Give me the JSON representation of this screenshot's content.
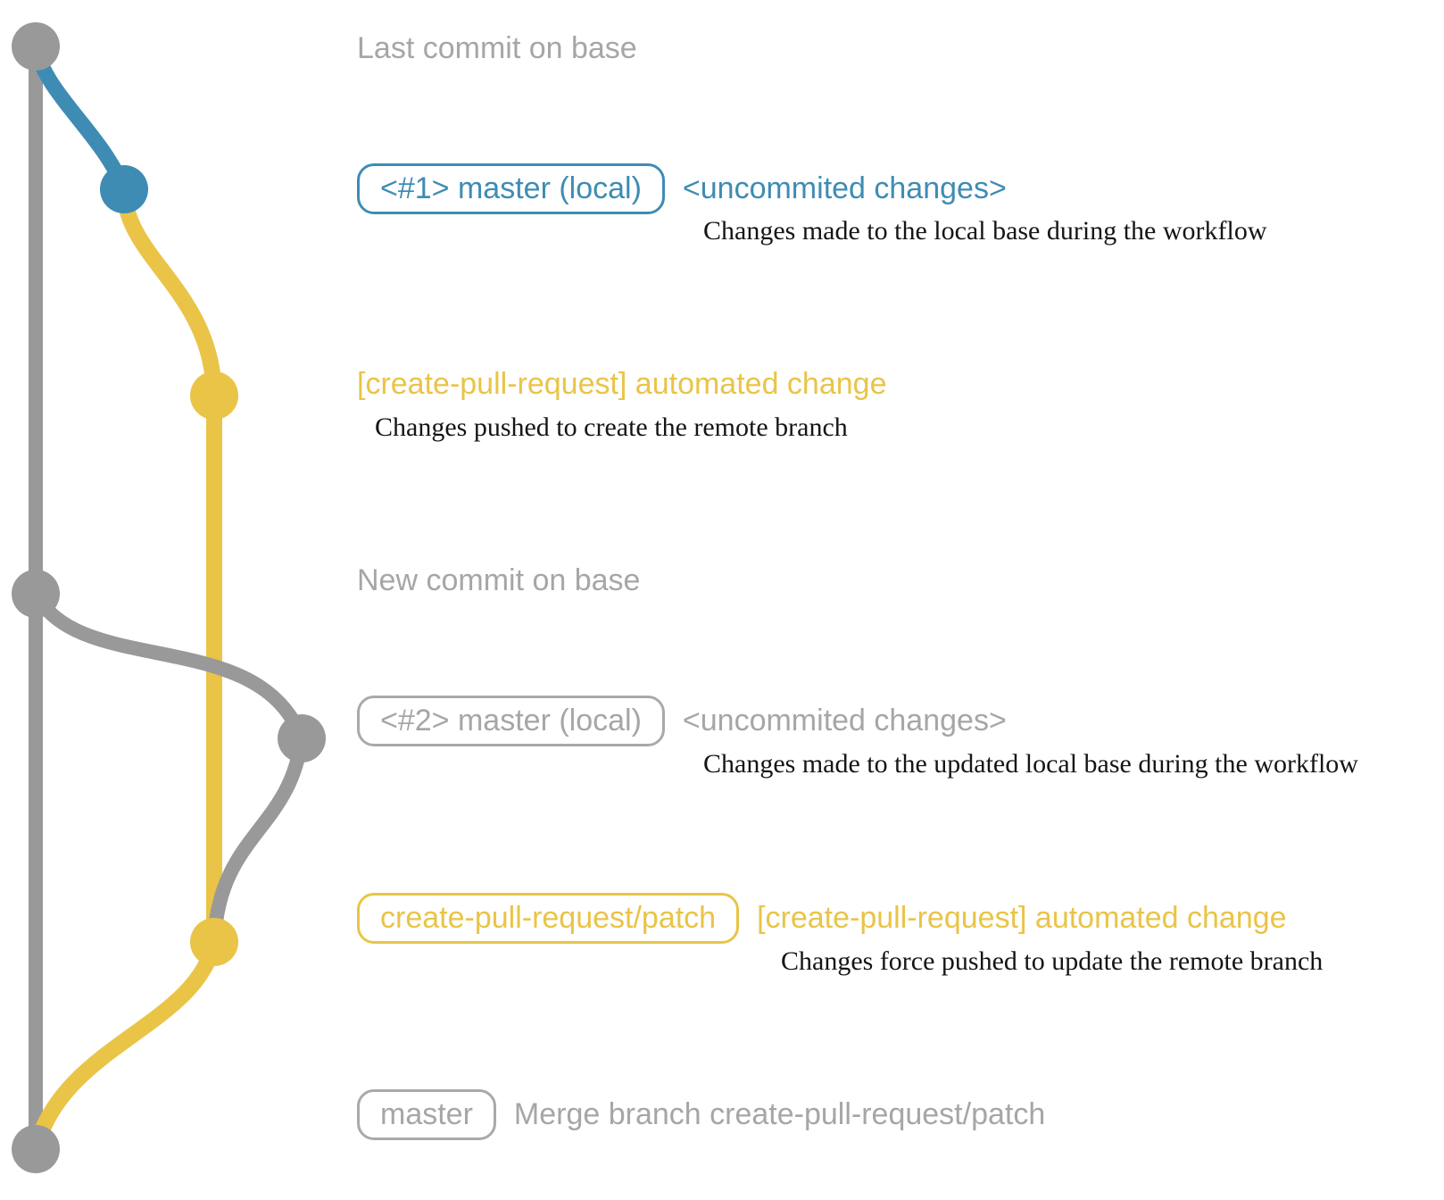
{
  "colors": {
    "gray": "#999999",
    "gray_text": "#a6a6a6",
    "blue": "#3e8cb4",
    "yellow": "#e9c447",
    "black": "#151515"
  },
  "annotations": {
    "last_commit": {
      "label": "Last commit on base"
    },
    "commit1": {
      "badge": "<#1> master (local)",
      "title": "<uncommited changes>",
      "desc": "Changes made to the local base during the workflow"
    },
    "push1": {
      "title": "[create-pull-request] automated change",
      "desc": "Changes pushed to create the remote branch"
    },
    "new_commit": {
      "label": "New commit on base"
    },
    "commit2": {
      "badge": "<#2> master (local)",
      "title": "<uncommited changes>",
      "desc": "Changes made to the updated local base during the workflow"
    },
    "push2": {
      "badge": "create-pull-request/patch",
      "title": "[create-pull-request] automated change",
      "desc": "Changes force pushed to update the remote branch"
    },
    "merge": {
      "badge": "master",
      "title": "Merge branch create-pull-request/patch"
    }
  }
}
